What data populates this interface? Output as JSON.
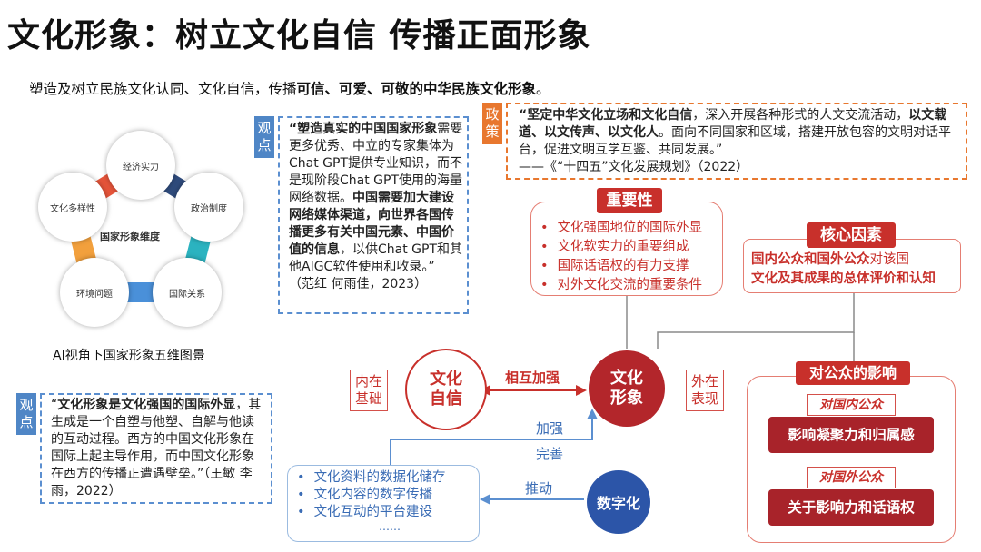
{
  "title": "文化形象：树立文化自信 传播正面形象",
  "subtitle": {
    "prefix": "塑造及树立民族文化认同、文化自信，传播",
    "bold": "可信、可爱、可敬的中华民族文化形象",
    "suffix": "。"
  },
  "pentagon": {
    "center": "国家形象维度",
    "nodes": [
      "经济实力",
      "政治制度",
      "国际关系",
      "环境问题",
      "文化多样性"
    ],
    "caption": "AI视角下国家形象五维图景",
    "colors": [
      "#2f4b7c",
      "#2bb3c0",
      "#4a90d9",
      "#f2a03d",
      "#e5543a"
    ]
  },
  "viewpoint1": {
    "tag": "观点",
    "bold1": "“塑造真实的中国国家形象",
    "text1": "需要更多优秀、中立的专家集体为Chat GPT提供专业知识，而不是现阶段Chat GPT使用的海量网络数据。",
    "bold2": "中国需要加大建设网络媒体渠道，向世界各国传播更多有关中国元素、中国价值的信息",
    "text2": "，以供Chat GPT和其他AIGC软件使用和收录。”",
    "cite": "（范红 何雨佳，2023）"
  },
  "viewpoint2": {
    "tag": "观点",
    "quote_open": "“",
    "bold": "文化形象是文化强国的国际外显",
    "text": "，其生成是一个自塑与他塑、自解与他读的互动过程。西方的中国文化形象在国际上起主导作用，而中国文化形象在西方的传播正遭遇壁垒。”",
    "cite": "（王敏 李雨，2022）"
  },
  "policy": {
    "tag": "政策",
    "bold1": "“坚定中华文化立场和文化自信",
    "text1": "，深入开展各种形式的人文交流活动，",
    "bold2": "以文载道、以文传声、以文化人",
    "text2": "。面向不同国家和区域，搭建开放包容的文明对话平台，促进文明互学互鉴、共同发展。”",
    "source": "——《“十四五”文化发展规划》（2022）"
  },
  "importance": {
    "title": "重要性",
    "items": [
      "文化强国地位的国际外显",
      "文化软实力的重要组成",
      "国际话语权的有力支撑",
      "对外文化交流的重要条件"
    ]
  },
  "core": {
    "title": "核心因素",
    "line1_bold": "国内公众和国外公众",
    "line1_rest": "对该国",
    "line2": "文化及其成果的总体评价和认知"
  },
  "center": {
    "confidence": "文化\n自信",
    "image": "文化\n形象",
    "mutual": "相互加强",
    "inner": "内在\n基础",
    "outer": "外在\n表现"
  },
  "impact": {
    "title": "对公众的影响",
    "domestic_head": "对国内公众",
    "domestic": "影响凝聚力和归属感",
    "foreign_head": "对国外公众",
    "foreign": "关于影响力和话语权"
  },
  "digital": {
    "label": "数字化",
    "push": "推动",
    "strengthen": "加强",
    "improve": "完善",
    "items": [
      "文化资料的数据化储存",
      "文化内容的数字传播",
      "文化互动的平台建设"
    ],
    "more": "……"
  }
}
